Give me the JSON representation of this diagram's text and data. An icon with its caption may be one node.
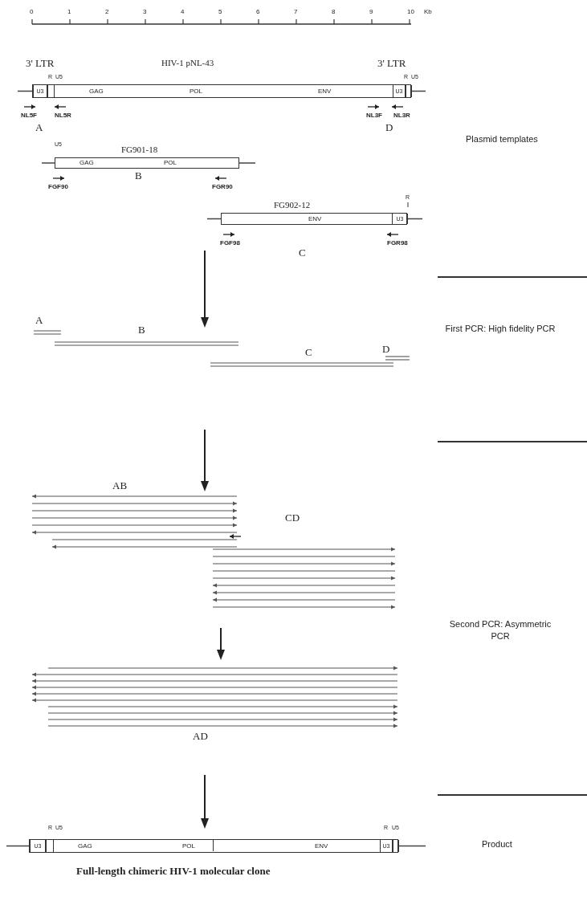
{
  "diagram": {
    "nodes": [
      {
        "text": [
          "HIV-1 pNL-43",
          "GAG",
          "POL",
          "ENV"
        ]
      },
      {
        "text": [
          "U3"
        ],
        "in": 0
      },
      {
        "text": [],
        "shape": "box",
        "in": 0
      },
      {
        "text": [
          "U3"
        ],
        "in": 0
      },
      {
        "text": [],
        "shape": "box",
        "in": 0
      },
      {
        "text": [
          "FG901-18",
          "GAG",
          "POL"
        ]
      },
      {
        "text": [
          "FG902-12",
          "ENV"
        ]
      },
      {
        "text": [
          "U3"
        ],
        "in": 6
      },
      {
        "text": [
          "GAG",
          "POL",
          "ENV"
        ],
        "beside": [
          "Full-length chimeric HIV-1 molecular clone"
        ]
      },
      {
        "text": [
          "U3"
        ],
        "in": 8
      },
      {
        "text": [],
        "shape": "box",
        "in": 8
      },
      {
        "text": [
          "U3"
        ],
        "in": 8
      },
      {
        "text": [],
        "shape": "box",
        "in": 8
      }
    ],
    "labels": [
      "0",
      "1",
      "2",
      "3",
      "4",
      "5",
      "6",
      "7",
      "8",
      "9",
      "10",
      "Kb",
      "3' LTR",
      "R",
      "U5",
      "3' LTR",
      "R",
      "U5",
      "NL5F",
      "NL5R",
      "A",
      "NL3F",
      "NL3R",
      "D",
      "Plasmid templates",
      "U5",
      "FGF90",
      "B",
      "FGR90",
      "R",
      "FGF98",
      "C",
      "FGR98",
      "A",
      "B",
      "C",
      "D",
      "First PCR: High fidelity PCR",
      "AB",
      "CD",
      "Second PCR: Asymmetric PCR",
      "AD",
      "R",
      "U5",
      "R",
      "U5",
      "Product"
    ]
  }
}
